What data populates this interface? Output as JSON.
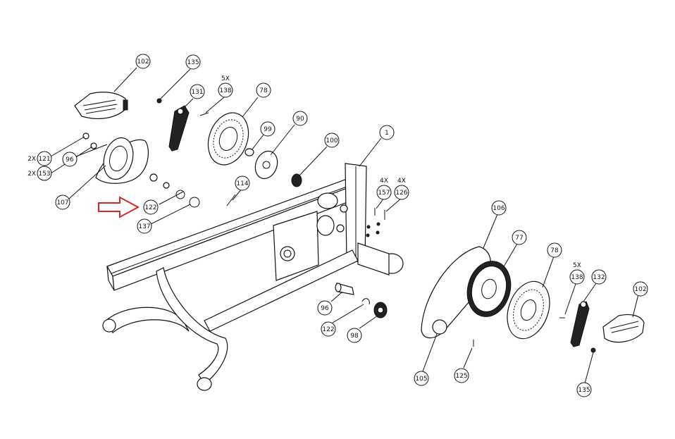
{
  "diagram": {
    "pointer_arrow_color": "#d62828",
    "callouts": [
      {
        "id": "c-102-left",
        "label": "102",
        "qty": ""
      },
      {
        "id": "c-135-left",
        "label": "135",
        "qty": ""
      },
      {
        "id": "c-131",
        "label": "131",
        "qty": ""
      },
      {
        "id": "c-138-left",
        "label": "138",
        "qty": "5X"
      },
      {
        "id": "c-78-left",
        "label": "78",
        "qty": ""
      },
      {
        "id": "c-99",
        "label": "99",
        "qty": ""
      },
      {
        "id": "c-90",
        "label": "90",
        "qty": ""
      },
      {
        "id": "c-100",
        "label": "100",
        "qty": ""
      },
      {
        "id": "c-1",
        "label": "1",
        "qty": ""
      },
      {
        "id": "c-121",
        "label": "121",
        "qty": "2X"
      },
      {
        "id": "c-153",
        "label": "153",
        "qty": "2X"
      },
      {
        "id": "c-96-left",
        "label": "96",
        "qty": ""
      },
      {
        "id": "c-107",
        "label": "107",
        "qty": ""
      },
      {
        "id": "c-122-left",
        "label": "122",
        "qty": ""
      },
      {
        "id": "c-137",
        "label": "137",
        "qty": ""
      },
      {
        "id": "c-114",
        "label": "114",
        "qty": ""
      },
      {
        "id": "c-157",
        "label": "157",
        "qty": "4X"
      },
      {
        "id": "c-126",
        "label": "126",
        "qty": "4X"
      },
      {
        "id": "c-106",
        "label": "106",
        "qty": ""
      },
      {
        "id": "c-77",
        "label": "77",
        "qty": ""
      },
      {
        "id": "c-78-right",
        "label": "78",
        "qty": ""
      },
      {
        "id": "c-138-right",
        "label": "138",
        "qty": "5X"
      },
      {
        "id": "c-132",
        "label": "132",
        "qty": ""
      },
      {
        "id": "c-102-right",
        "label": "102",
        "qty": ""
      },
      {
        "id": "c-96-center",
        "label": "96",
        "qty": ""
      },
      {
        "id": "c-122-center",
        "label": "122",
        "qty": ""
      },
      {
        "id": "c-98",
        "label": "98",
        "qty": ""
      },
      {
        "id": "c-105",
        "label": "105",
        "qty": ""
      },
      {
        "id": "c-125",
        "label": "125",
        "qty": ""
      },
      {
        "id": "c-135-right",
        "label": "135",
        "qty": ""
      }
    ]
  }
}
